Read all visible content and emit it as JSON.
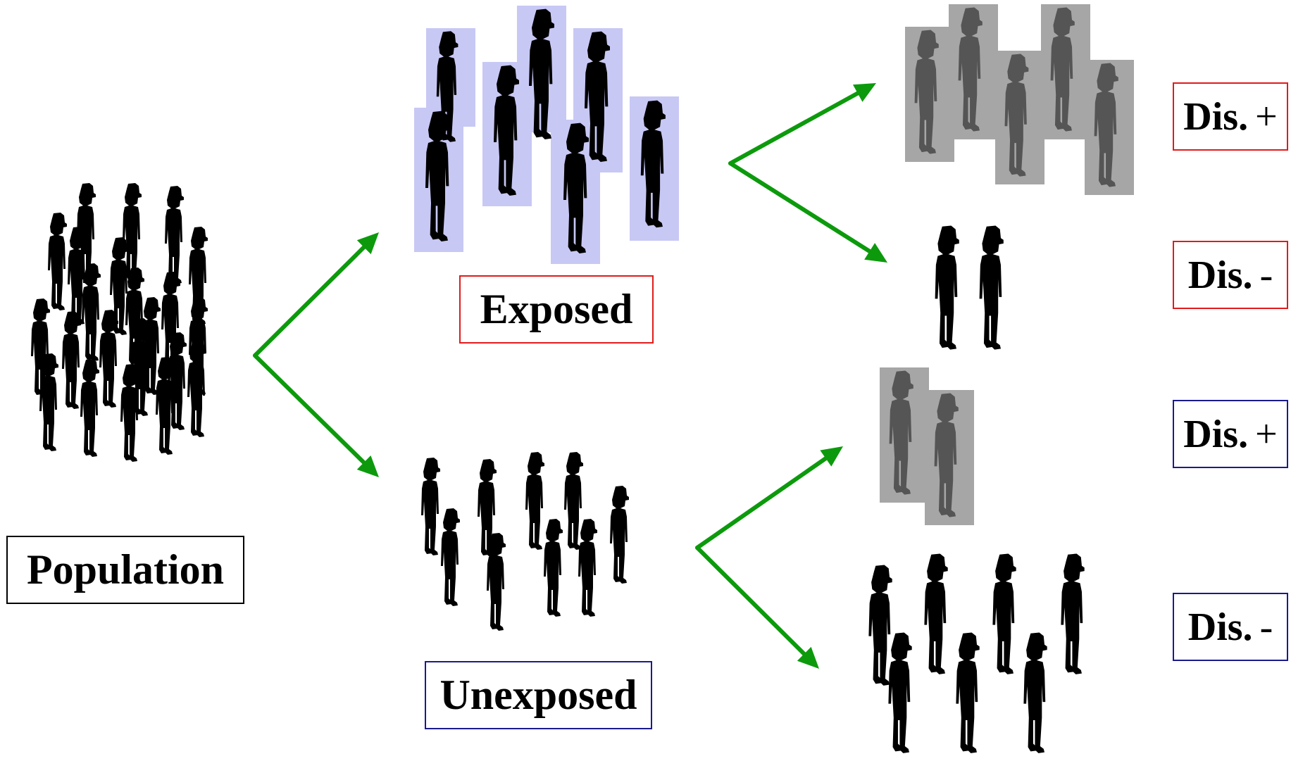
{
  "colors": {
    "arrow": "#0c9a0c",
    "exposed_border": "#e01b1b",
    "unexposed_border": "#1a1a8c",
    "population_border": "#000000",
    "exposed_highlight": "#c8c8f5",
    "diseased_highlight": "#a6a6a6",
    "person_black": "#000000",
    "person_diseased": "#555555"
  },
  "icons": {
    "person": "person-silhouette-icon"
  },
  "population": {
    "label": "Population"
  },
  "groups": {
    "exposed": {
      "label": "Exposed"
    },
    "unexposed": {
      "label": "Unexposed"
    }
  },
  "outcomes": [
    {
      "group": "exposed",
      "label": "Dis.",
      "sign": "+"
    },
    {
      "group": "exposed",
      "label": "Dis.",
      "sign": "-"
    },
    {
      "group": "unexposed",
      "label": "Dis.",
      "sign": "+"
    },
    {
      "group": "unexposed",
      "label": "Dis.",
      "sign": "-"
    }
  ]
}
